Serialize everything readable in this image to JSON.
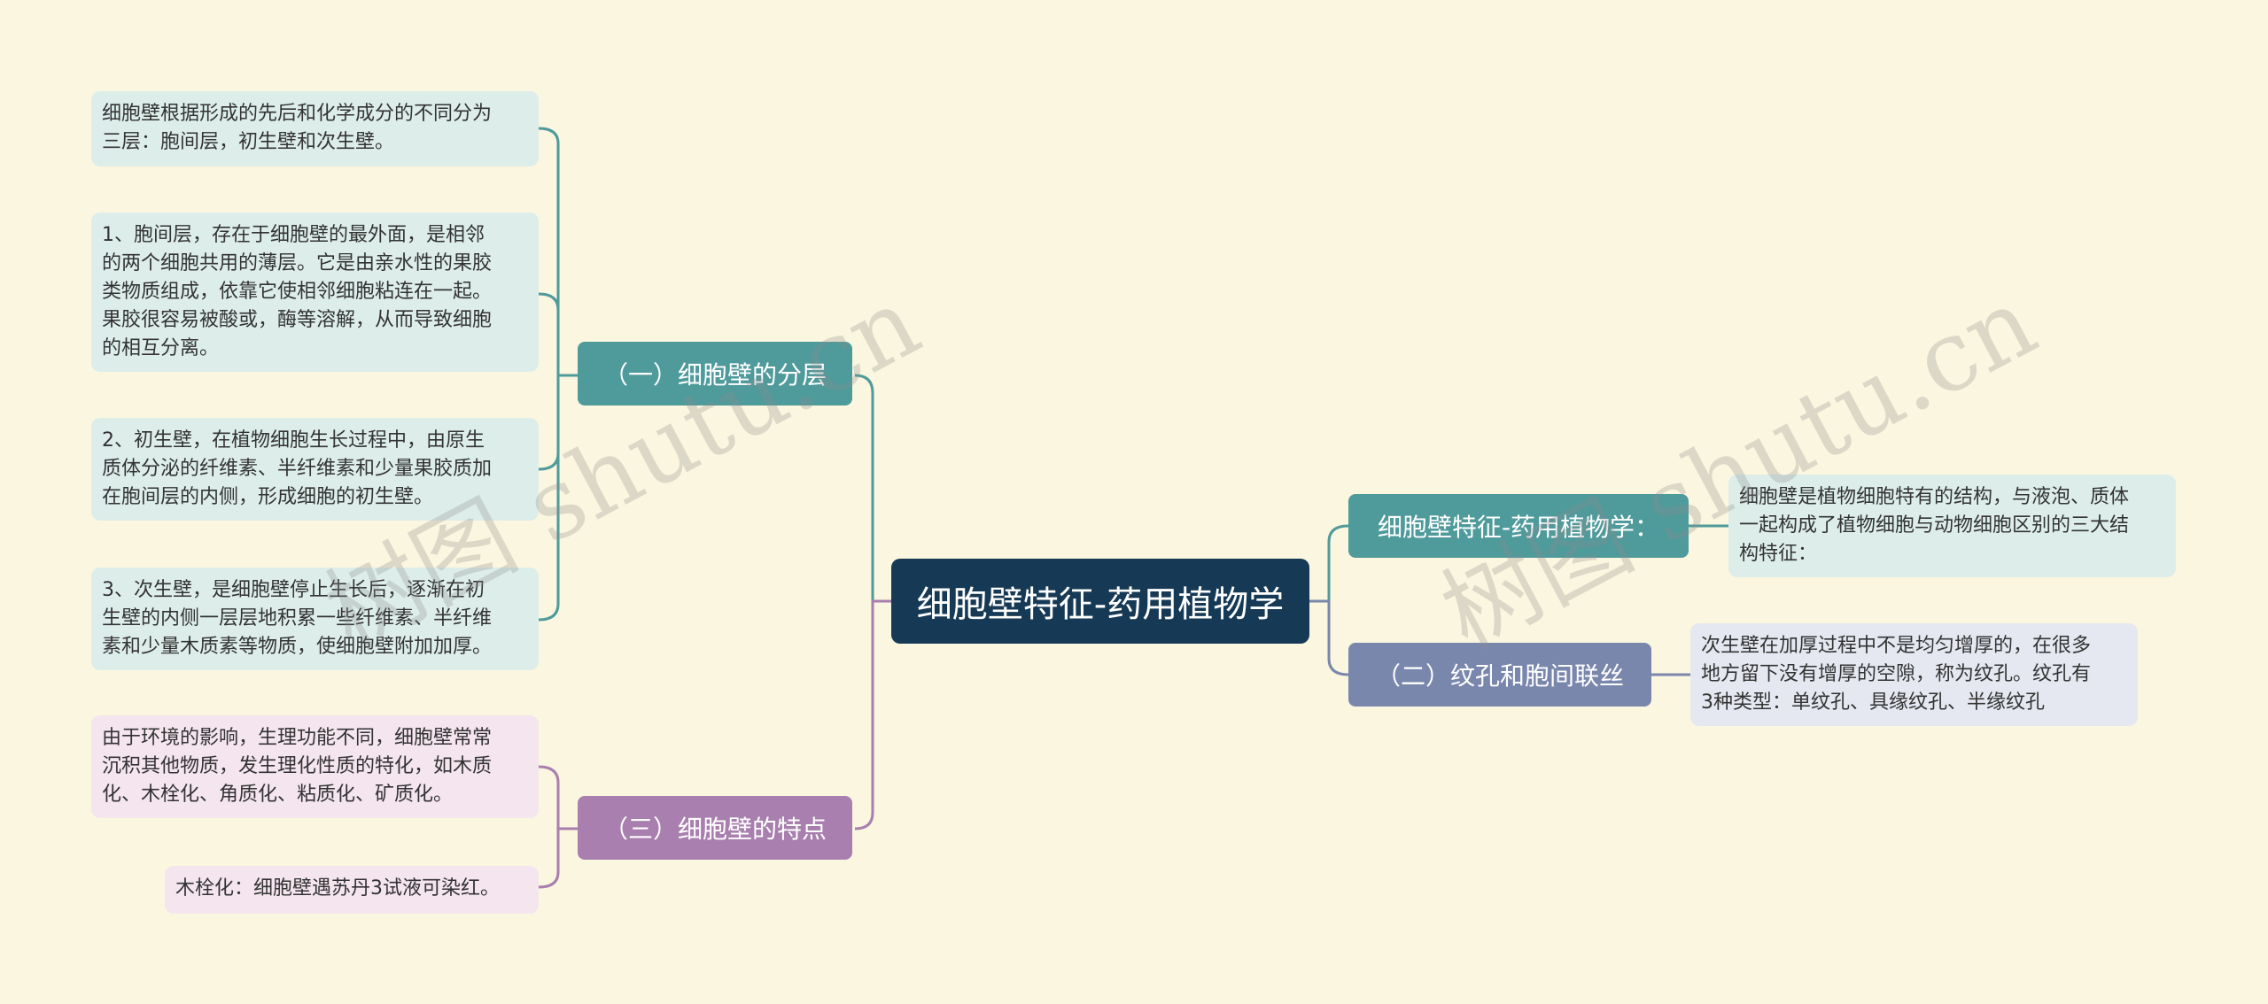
{
  "root": {
    "label": "细胞壁特征-药用植物学"
  },
  "branches": {
    "layers": {
      "label": "（一）细胞壁的分层",
      "color": "#4f9a9b"
    },
    "features": {
      "label": "（三）细胞壁的特点",
      "color": "#a87fae"
    },
    "intro": {
      "label": "细胞壁特征-药用植物学：",
      "color": "#4f9a9b"
    },
    "pits": {
      "label": "（二）纹孔和胞间联丝",
      "color": "#7a87ad"
    }
  },
  "leaves": {
    "layers_0": "细胞壁根据形成的先后和化学成分的不同分为\n三层：胞间层，初生壁和次生壁。",
    "layers_1": "1、胞间层，存在于细胞壁的最外面，是相邻\n的两个细胞共用的薄层。它是由亲水性的果胶\n类物质组成，依靠它使相邻细胞粘连在一起。\n果胶很容易被酸或，酶等溶解，从而导致细胞\n的相互分离。",
    "layers_2": "2、初生壁，在植物细胞生长过程中，由原生\n质体分泌的纤维素、半纤维素和少量果胶质加\n在胞间层的内侧，形成细胞的初生壁。",
    "layers_3": "3、次生壁，是细胞壁停止生长后，逐渐在初\n生壁的内侧一层层地积累一些纤维素、半纤维\n素和少量木质素等物质，使细胞壁附加加厚。",
    "features_0": "由于环境的影响，生理功能不同，细胞壁常常\n沉积其他物质，发生理化性质的特化，如木质\n化、木栓化、角质化、粘质化、矿质化。",
    "features_1": "木栓化：细胞壁遇苏丹3试液可染红。",
    "intro_0": "细胞壁是植物细胞特有的结构，与液泡、质体\n一起构成了植物细胞与动物细胞区别的三大结\n构特征：",
    "pits_0": "次生壁在加厚过程中不是均匀增厚的，在很多\n地方留下没有增厚的空隙，称为纹孔。纹孔有\n3种类型：单纹孔、具缘纹孔、半缘纹孔"
  },
  "watermarks": [
    "树图 shutu.cn",
    "树图 shutu.cn"
  ]
}
